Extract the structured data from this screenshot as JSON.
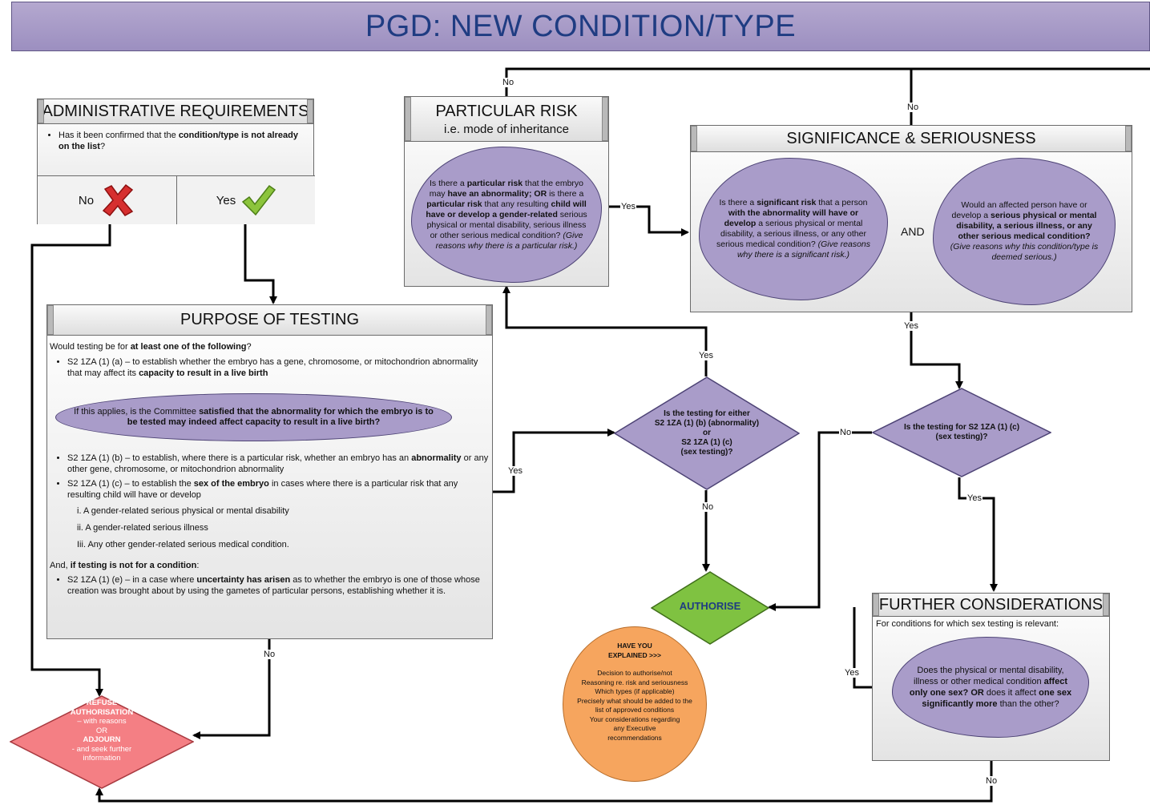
{
  "title": "PGD: NEW CONDITION/TYPE",
  "admin": {
    "header": "ADMINISTRATIVE REQUIREMENTS",
    "q_pre": "Has it been confirmed that the ",
    "q_bold": "condition/type is not already on the list",
    "q_post": "?",
    "no": "No",
    "yes": "Yes"
  },
  "risk": {
    "header": "PARTICULAR RISK",
    "sub": "i.e. mode of inheritance",
    "c1": "Is there a ",
    "c2": "particular risk",
    "c3": " that the embryo may ",
    "c4": "have an abnormality; OR",
    "c5": " is there a ",
    "c6": "particular risk",
    "c7": " that any resulting ",
    "c8": "child will have or develop a gender-related",
    "c9": " serious physical or mental disability, serious illness or other serious medical condition? ",
    "c10": "(Give reasons why there is a particular risk.)"
  },
  "sig": {
    "header": "SIGNIFICANCE & SERIOUSNESS",
    "and": "AND",
    "l1": "Is there a ",
    "l2": "significant risk",
    "l3": " that a person ",
    "l4": "with the abnormality will have or develop",
    "l5": " a serious physical or mental disability, a serious illness, or any other serious medical condition? ",
    "l6": "(Give reasons why there is a significant risk.)",
    "r1": "Would an affected person have or develop a ",
    "r2": "serious physical or mental disability, a serious illness, or any other serious medical condition?",
    "r3": " (Give reasons why this condition/type is deemed serious.)"
  },
  "purpose": {
    "header": "PURPOSE OF TESTING",
    "intro_pre": "Would testing be for ",
    "intro_bold": "at least one of the following",
    "intro_post": "?",
    "a_pre": "S2 1ZA (1) (a) – to establish whether the embryo has a gene, chromosome, or mitochondrion abnormality that may affect its ",
    "a_bold": "capacity to result in a live birth",
    "cloud_pre": "If this applies, is the Committee ",
    "cloud_bold": "satisfied that the abnormality for which the embryo is to be tested may indeed affect capacity to result in a live birth?",
    "b_pre": "S2 1ZA (1) (b) – to establish, where there is a particular risk, whether an embryo has an ",
    "b_bold": "abnormality",
    "b_post": " or any other gene, chromosome, or mitochondrion abnormality",
    "c_pre": "S2 1ZA (1) (c) – to establish the ",
    "c_bold": "sex of the embryo",
    "c_post": " in cases where there is a particular risk that any resulting child will have or develop",
    "i1": "i. A gender-related serious physical or mental disability",
    "i2": "ii. A gender-related serious illness",
    "i3": "Iii. Any other gender-related serious medical condition.",
    "and_pre": "And, ",
    "and_bold": "if testing is not for a condition",
    "and_post": ":",
    "e_pre": "S2 1ZA (1) (e) – in a case where ",
    "e_bold": "uncertainty has arisen",
    "e_post": " as to whether the embryo is one of those whose creation was brought about by using the gametes of particular persons, establishing whether it is."
  },
  "d1": {
    "l1": "Is the testing for either",
    "l2": "S2 1ZA (1) (b) (abnormality)",
    "l3": "or",
    "l4": "S2 1ZA (1) (c)",
    "l5": "(sex testing)?"
  },
  "d2": {
    "l1": "Is the testing for S2 1ZA (1) (c)",
    "l2": "(sex testing)?"
  },
  "authorise": "AUTHORISE",
  "refuse": {
    "l1": "REFUSE",
    "l2": "AUTHORISATION",
    "l3": "– with reasons",
    "l4": "OR",
    "l5": "ADJOURN",
    "l6": "- and seek further",
    "l7": "information"
  },
  "further": {
    "header": "FURTHER CONSIDERATIONS",
    "sub": "For conditions for which sex testing is relevant:",
    "c1": "Does the physical or mental  disability, illness or other medical condition ",
    "c2": "affect only one sex?  OR",
    "c3": " does it affect ",
    "c4": "one sex significantly more",
    "c5": " than the other?"
  },
  "explained": {
    "h1": "HAVE YOU",
    "h2": "EXPLAINED >>>",
    "l1": "Decision to authorise/not",
    "l2": "Reasoning re. risk and seriousness",
    "l3": "Which types (if applicable)",
    "l4": "Precisely what should be added to the",
    "l5": "list of approved conditions",
    "l6": "Your considerations regarding",
    "l7": "any Executive",
    "l8": "recommendations"
  },
  "labels": {
    "yes": "Yes",
    "no": "No"
  },
  "colors": {
    "title_bg": "#a497c6",
    "title_text": "#1f3c82",
    "cloud": "#a99cc9",
    "authorise": "#7fc241",
    "refuse": "#f47f84",
    "explained": "#f6a55e"
  }
}
